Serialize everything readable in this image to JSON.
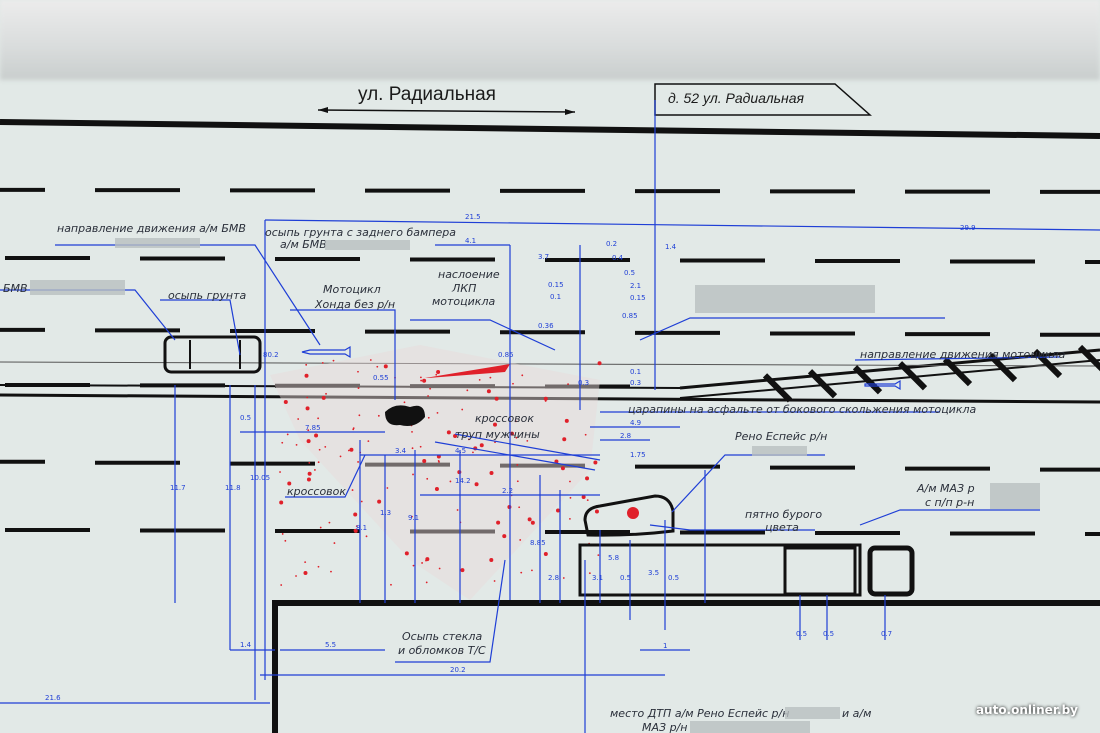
{
  "header": {
    "street": "ул. Радиальная",
    "address": "д. 52 ул. Радиальная"
  },
  "labels": {
    "bmw_direction": "направление движения а/м БМВ",
    "soil_rear_bumper_1": "осыпь грунта с заднего бампера",
    "soil_rear_bumper_2": "а/м БМВ",
    "bmw": "БМВ",
    "soil": "осыпь грунта",
    "moto_1": "Мотоцикл",
    "moto_2": "Хонда без р/н",
    "paint_1": "наслоение",
    "paint_2": "ЛКП",
    "paint_3": "мотоцикла",
    "moto_direction": "направление движения мотоцикла",
    "scratches": "царапины на асфальте от бокового скольжения мотоцикла",
    "sneaker_1": "кроссовок",
    "sneaker_2": "кроссовок",
    "body": "труп мужчины",
    "glass_1": "Осыпь стекла",
    "glass_2": "и обломков Т/С",
    "reno": "Рено Еспейс р/н",
    "stain_1": "пятно бурого",
    "stain_2": "цвета",
    "maz_1": "А/м МАЗ р",
    "maz_2": "с п/п р-н",
    "place_1": "место ДТП а/м Рено Еспейс р/н",
    "place_1b": "и а/м",
    "place_2": "МАЗ р/н"
  },
  "dims": [
    "21.5",
    "29.9",
    "4.1",
    "3.7",
    "0.2",
    "0.4",
    "0.5",
    "0.15",
    "0.1",
    "0.15",
    "2.1",
    "1.4",
    "0.36",
    "0.85",
    "0.1",
    "0.3",
    "80.2",
    "0.55",
    "7.85",
    "0.5",
    "3.4",
    "4.5",
    "14.2",
    "2.2",
    "11.7",
    "11.8",
    "10.05",
    "1.4",
    "5.5",
    "20.2",
    "21.6",
    "4.9",
    "2.8",
    "1.75",
    "8.1",
    "1.3",
    "9.1",
    "8.85",
    "2.8",
    "3.1",
    "5.8",
    "0.5",
    "3.5",
    "0.5",
    "0.5",
    "0.5",
    "0.7",
    "1",
    "0.3",
    "0.85"
  ],
  "watermark": "auto.onliner.by",
  "colors": {
    "dimension": "#1f3fd6",
    "debris": "#e0202a",
    "road": "#111111"
  }
}
